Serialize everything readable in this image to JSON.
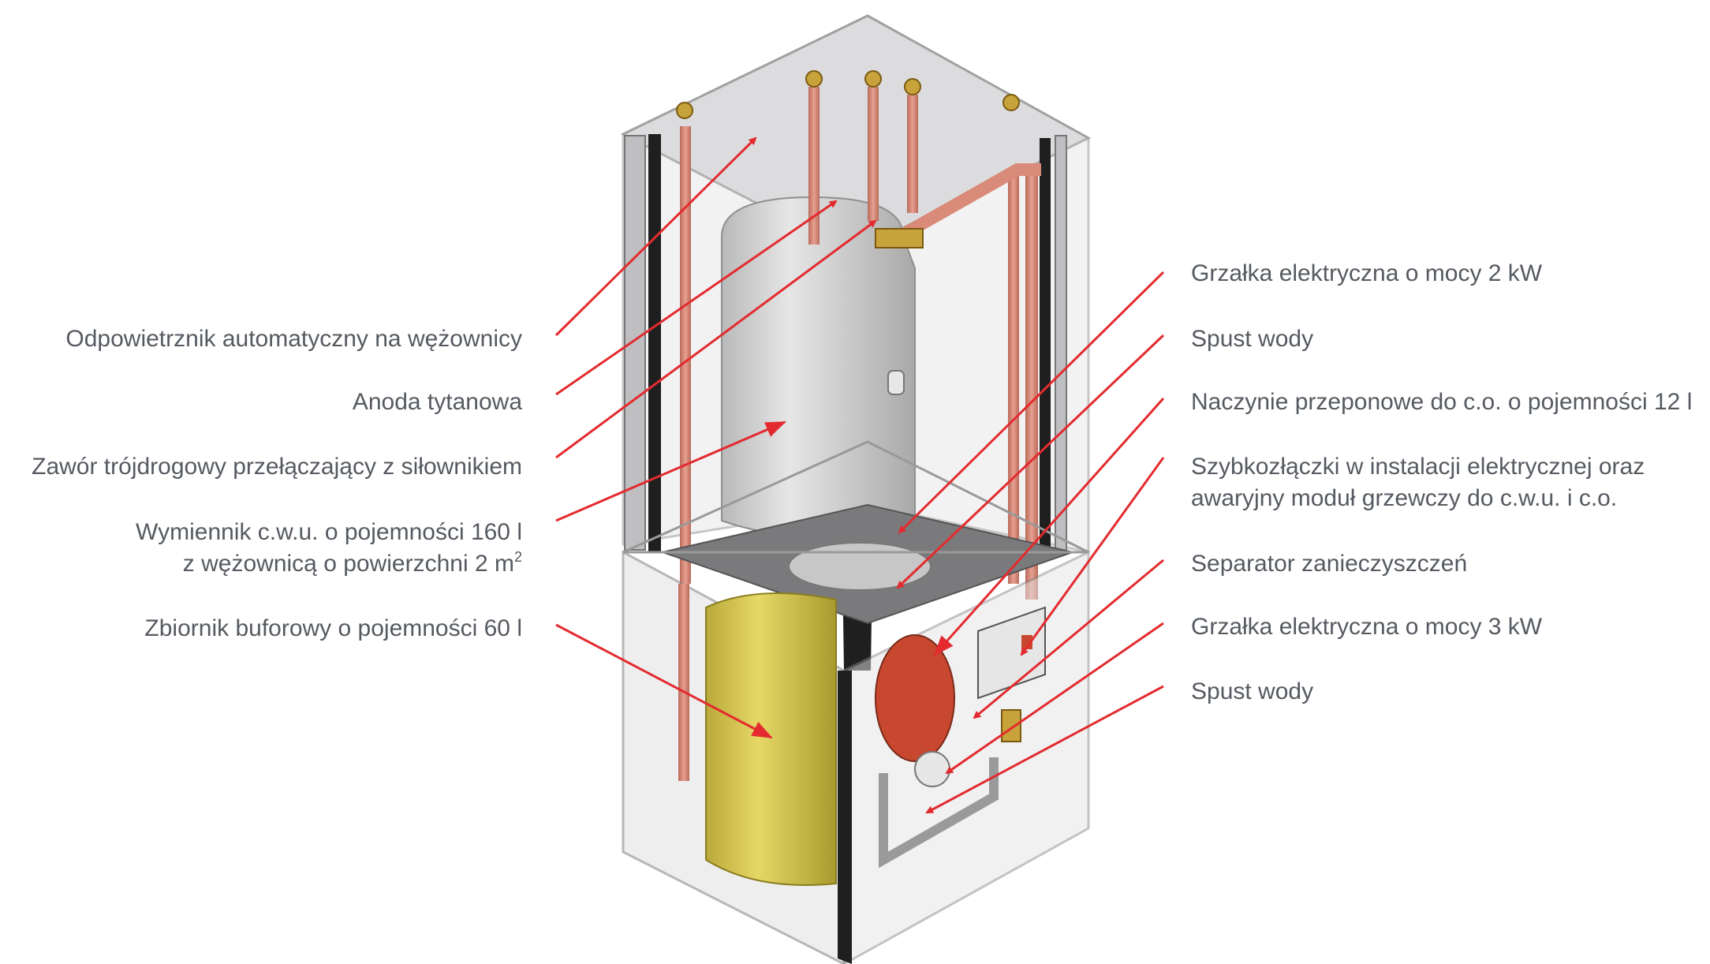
{
  "callouts": {
    "left": [
      {
        "id": "odpowietrznik",
        "text": "Odpowietrznik automatyczny na wężownicy"
      },
      {
        "id": "anoda",
        "text": "Anoda tytanowa"
      },
      {
        "id": "zawor",
        "text": "Zawór trójdrogowy przełączający z siłownikiem"
      },
      {
        "id": "wymiennik",
        "line1": "Wymiennik c.w.u. o pojemności 160 l",
        "line2": "z wężownicą o powierzchni 2 m",
        "sup": "2"
      },
      {
        "id": "zbiornik",
        "text": "Zbiornik buforowy o pojemności 60 l"
      }
    ],
    "right": [
      {
        "id": "grzalka2",
        "text": "Grzałka elektryczna o mocy 2 kW"
      },
      {
        "id": "spust1",
        "text": "Spust wody"
      },
      {
        "id": "naczynie",
        "text": "Naczynie przeponowe do c.o. o pojemności 12 l"
      },
      {
        "id": "szybkozlaczki",
        "line1": "Szybkozłączki w instalacji elektrycznej oraz",
        "line2": "awaryjny moduł grzewczy do c.w.u. i c.o."
      },
      {
        "id": "separator",
        "text": "Separator zanieczyszczeń"
      },
      {
        "id": "grzalka3",
        "text": "Grzałka elektryczna o mocy 3 kW"
      },
      {
        "id": "spust2",
        "text": "Spust wody"
      }
    ]
  },
  "colors": {
    "arrow": "#e32b2f",
    "text": "#555a60",
    "tank_upper": "#d7d7d7",
    "tank_lower": "#d6c64a",
    "pipe": "#d98a78",
    "frame": "#222222",
    "panel": "#c9c9cc",
    "expansion_vessel": "#c8482f"
  }
}
